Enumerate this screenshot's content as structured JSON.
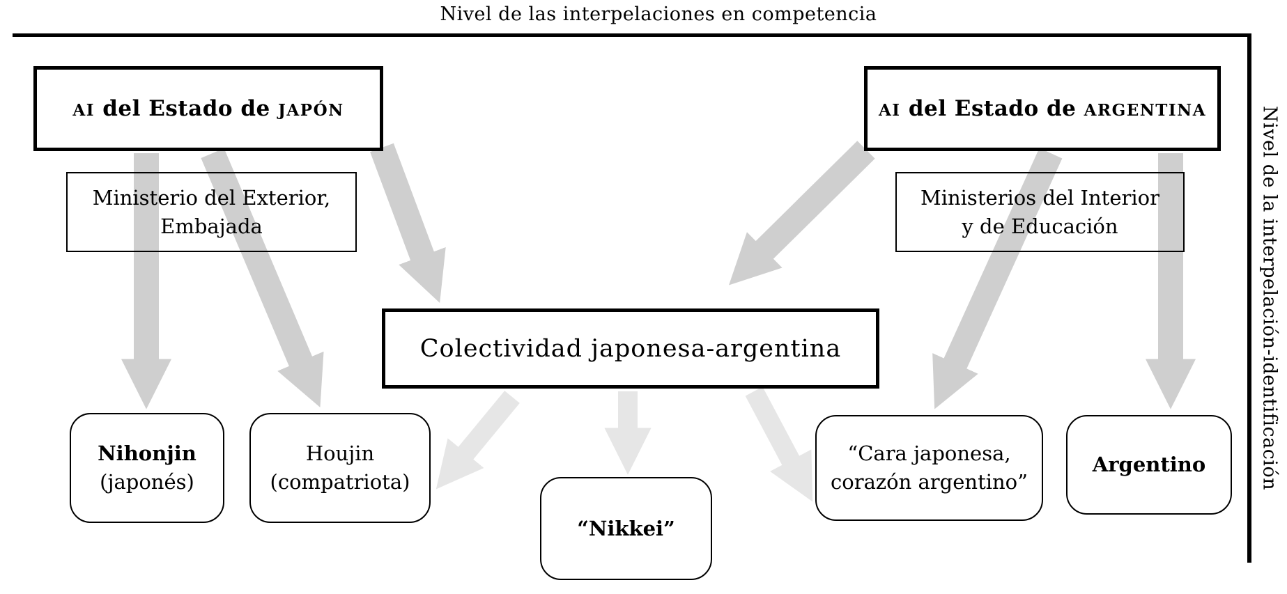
{
  "titles": {
    "top": "Nivel de las interpelaciones en competencia",
    "right": "Nivel de la interpelación-identificación"
  },
  "state_boxes": {
    "japan": {
      "prefix": "AI",
      "middle": "del Estado de",
      "suffix": "JAPÓN"
    },
    "argentina": {
      "prefix": "AI",
      "middle": "del Estado de",
      "suffix": "ARGENTINA"
    }
  },
  "ministry_boxes": {
    "japan": {
      "line1": "Ministerio del Exterior,",
      "line2": "Embajada"
    },
    "argentina": {
      "line1": "Ministerios del Interior",
      "line2": "y de Educación"
    }
  },
  "community_box": {
    "label": "Colectividad japonesa-argentina"
  },
  "identity_boxes": {
    "nihonjin": {
      "line1": "Nihonjin",
      "line2": "(japonés)"
    },
    "houjin": {
      "line1": "Houjin",
      "line2": "(compatriota)"
    },
    "nikkei": {
      "line1": "“Nikkei”"
    },
    "cara": {
      "line1": "“Cara japonesa,",
      "line2": "corazón argentino”"
    },
    "argentino": {
      "line1": "Argentino"
    }
  },
  "colors": {
    "arrow_dark": "#cfcfcf",
    "arrow_light": "#e6e6e6",
    "line": "#000000",
    "background": "#ffffff"
  }
}
